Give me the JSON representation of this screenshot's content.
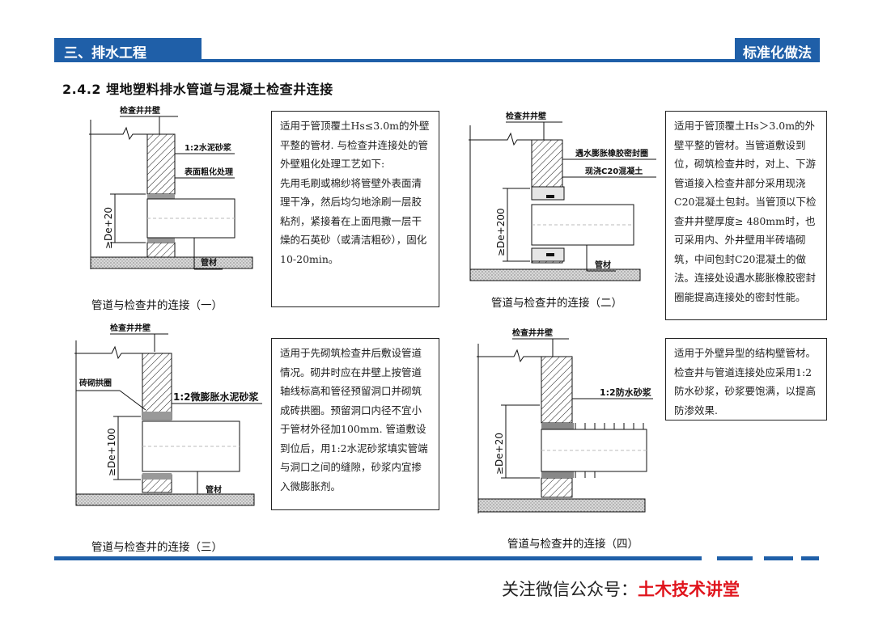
{
  "header": {
    "section_left": "三、排水工程",
    "section_right": "标准化做法"
  },
  "title": "2.4.2  埋地塑料排水管道与混凝土检查井连接",
  "panels": [
    {
      "caption": "管道与检查井的连接（一）",
      "labels": {
        "wall": "检查井井壁",
        "mortar": "1:2水泥砂浆",
        "rough": "表面粗化处理",
        "pipe": "管材",
        "dim": "≥De+20"
      },
      "text": [
        "适用于管顶覆土Hs≤3.0m的外壁平整的管材. 与检查井连接处的管外壁粗化处理工艺如下:",
        "先用毛刷或棉纱将管壁外表面清理干净，然后均匀地涂刷一层胶粘剂，紧接着在上面甩撒一层干燥的石英砂（或清洁粗砂），固化10-20min。"
      ]
    },
    {
      "caption": "管道与检查井的连接（二）",
      "labels": {
        "wall": "检查井井壁",
        "seal": "遇水膨胀橡胶密封圈",
        "concrete": "现浇C20混凝土",
        "pipe": "管材",
        "dim": "≥De+200"
      },
      "text": [
        "适用于管顶覆土Hs＞3.0m的外壁平整的管材。当管道敷设到位，砌筑检查井时，对上、下游管道接入检查井部分采用现浇C20混凝土包封。当管顶以下检查井井壁厚度≥ 480mm时，也可采用内、外井壁用半砖墙砌筑，中间包封C20混凝土的做法。连接处设遇水膨胀橡胶密封圈能提高连接处的密封性能。"
      ]
    },
    {
      "caption": "管道与检查井的连接（三）",
      "labels": {
        "wall": "检查井井壁",
        "arch": "砖砌拱圈",
        "mortar": "1:2微膨胀水泥砂浆",
        "pipe": "管材",
        "dim": "≥De+100"
      },
      "text": [
        "适用于先砌筑检查井后敷设管道情况。砌井时应在井壁上按管道轴线标高和管径预留洞口并砌筑成砖拱圈。预留洞口内径不宜小于管材外径加100mm. 管道敷设到位后，用1:2水泥砂浆填实管端与洞口之间的缝隙，砂浆内宜掺入微膨胀剂。"
      ]
    },
    {
      "caption": "管道与检查井的连接（四）",
      "labels": {
        "wall": "检查井井壁",
        "mortar": "1:2防水砂浆",
        "dim": "≥De+20"
      },
      "text": [
        "适用于外壁异型的结构壁管材。检查井与管道连接处应采用1:2防水砂浆，砂浆要饱满，以提高防渗效果."
      ]
    }
  ],
  "footer": {
    "prefix": "关注微信公众号：",
    "brand": "土木技术讲堂"
  },
  "colors": {
    "accent": "#1f5fa8",
    "brand": "#e0141c"
  }
}
